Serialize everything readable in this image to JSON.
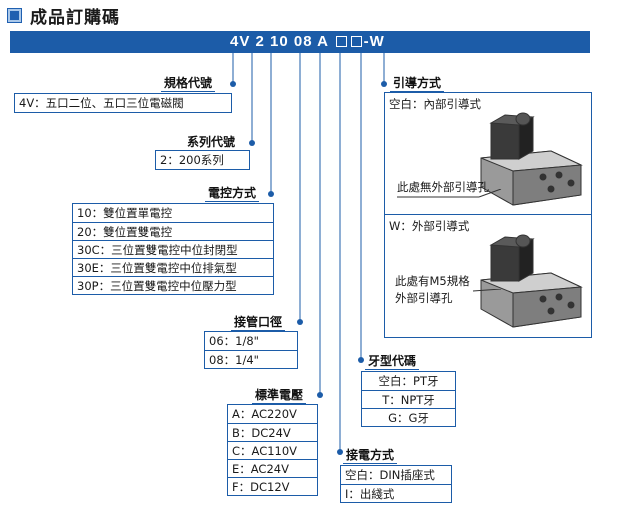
{
  "title": "成品訂購碼",
  "code": {
    "prefix": "4V 2 10 08 A",
    "suffix": "-W"
  },
  "groups": {
    "spec": {
      "label": "規格代號",
      "options": [
        "4V：五口二位、五口三位電磁閥"
      ]
    },
    "series": {
      "label": "系列代號",
      "options": [
        "2：200系列"
      ]
    },
    "control": {
      "label": "電控方式",
      "options": [
        "10：雙位置單電控",
        "20：雙位置雙電控",
        "30C：三位置雙電控中位封閉型",
        "30E：三位置雙電控中位排氣型",
        "30P：三位置雙電控中位壓力型"
      ]
    },
    "port": {
      "label": "接管口徑",
      "options": [
        "06：1/8\"",
        "08：1/4\""
      ]
    },
    "voltage": {
      "label": "標準電壓",
      "options": [
        "A：AC220V",
        "B：DC24V",
        "C：AC110V",
        "E：AC24V",
        "F：DC12V"
      ]
    },
    "wiring": {
      "label": "接電方式",
      "options": [
        "空白：DIN插座式",
        "I：出綫式"
      ]
    },
    "thread": {
      "label": "牙型代碼",
      "options": [
        "空白：PT牙",
        "T：NPT牙",
        "G：G牙"
      ]
    },
    "pilot": {
      "label": "引導方式",
      "internal": {
        "head": "空白：內部引導式",
        "note": "此處無外部引導孔"
      },
      "external": {
        "head": "W：外部引導式",
        "note1": "此處有M5規格",
        "note2": "外部引導孔"
      }
    }
  },
  "colors": {
    "brand_blue": "#1c5ca8"
  }
}
